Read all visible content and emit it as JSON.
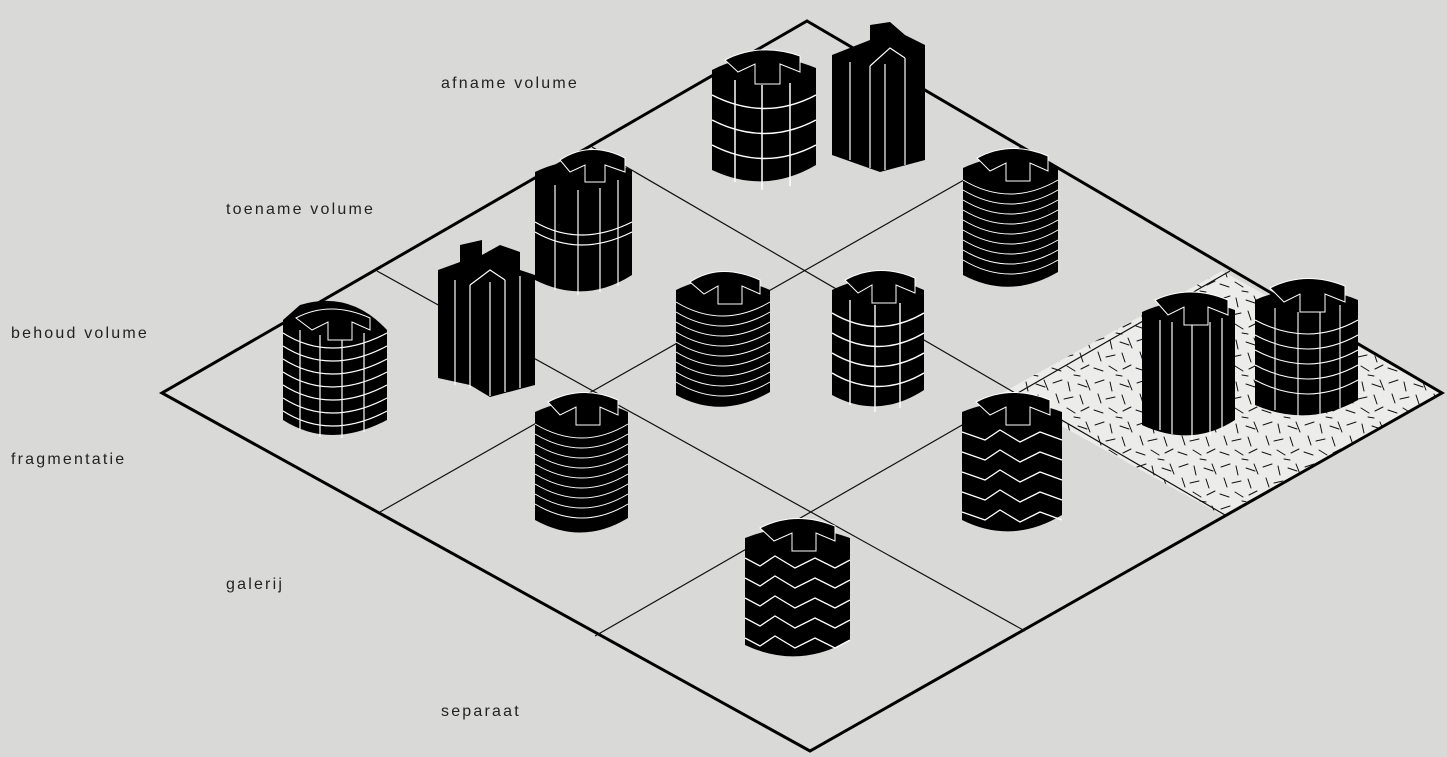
{
  "labels": {
    "afname_volume": "afname volume",
    "toename_volume": "toename volume",
    "behoud_volume": "behoud volume",
    "fragmentatie": "fragmentatie",
    "galerij": "galerij",
    "separaat": "separaat"
  },
  "colors": {
    "background": "#d9dad8",
    "ink": "#000000",
    "building_face": "#000000",
    "building_lines": "#ffffff",
    "text": "#222222",
    "hatch_tile": "#ecedeb"
  },
  "diagram": {
    "type": "isometric 3x3 matrix of building volume variants",
    "variants": [
      "row-block",
      "fragmented-blocks",
      "stacked-drums",
      "banded-ring",
      "gallery-ring",
      "pleated-ring",
      "split-slab",
      "stepped-ring",
      "serrated-ring",
      "twin-slabs",
      "twin-ring"
    ]
  }
}
